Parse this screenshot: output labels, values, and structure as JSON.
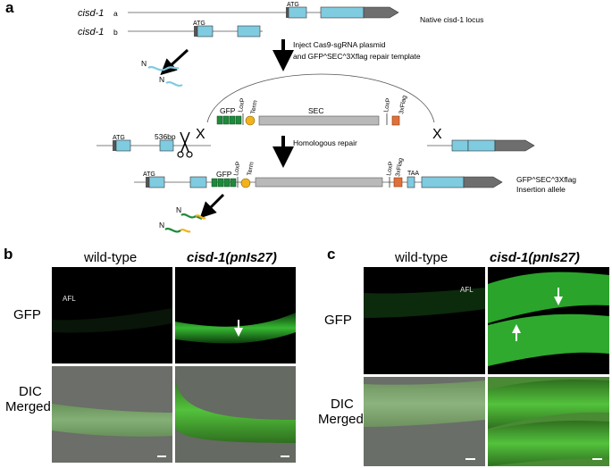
{
  "panel_a": {
    "letter": "a",
    "gene_italic": "cisd-1",
    "transcript_a_suffix": "a",
    "transcript_b_suffix": "b",
    "native_locus_label": "Native cisd-1 locus",
    "atg": "ATG",
    "n_term": "N",
    "inject_line1": "Inject Cas9-sgRNA plasmid",
    "inject_line2": "and GFP^SEC^3Xflag repair template",
    "gfp": "GFP",
    "loxp": "LoxP",
    "term": "Term",
    "sec": "SEC",
    "flag3x": "3xFlag",
    "distance": "536bp",
    "cross": "X",
    "homologous_repair": "Homologous repair",
    "taa": "TAA",
    "insertion_line1": "GFP^SEC^3Xflag",
    "insertion_line2": "Insertion allele",
    "colors": {
      "exon": "#7fcbe0",
      "utr": "#6e6e6e",
      "gfp": "#1f8a3c",
      "term": "#f2b21c",
      "sec": "#b9b9b9",
      "flag": "#e0703a"
    }
  },
  "panel_b": {
    "letter": "b",
    "col_wt": "wild-type",
    "col_mut": "cisd-1(pnIs27)",
    "row_gfp": "GFP",
    "row_dic1": "DIC",
    "row_dic2": "Merged",
    "afl": "AFL"
  },
  "panel_c": {
    "letter": "c",
    "col_wt": "wild-type",
    "col_mut": "cisd-1(pnIs27)",
    "row_gfp": "GFP",
    "row_dic1": "DIC",
    "row_dic2": "Merged",
    "afl": "AFL"
  }
}
